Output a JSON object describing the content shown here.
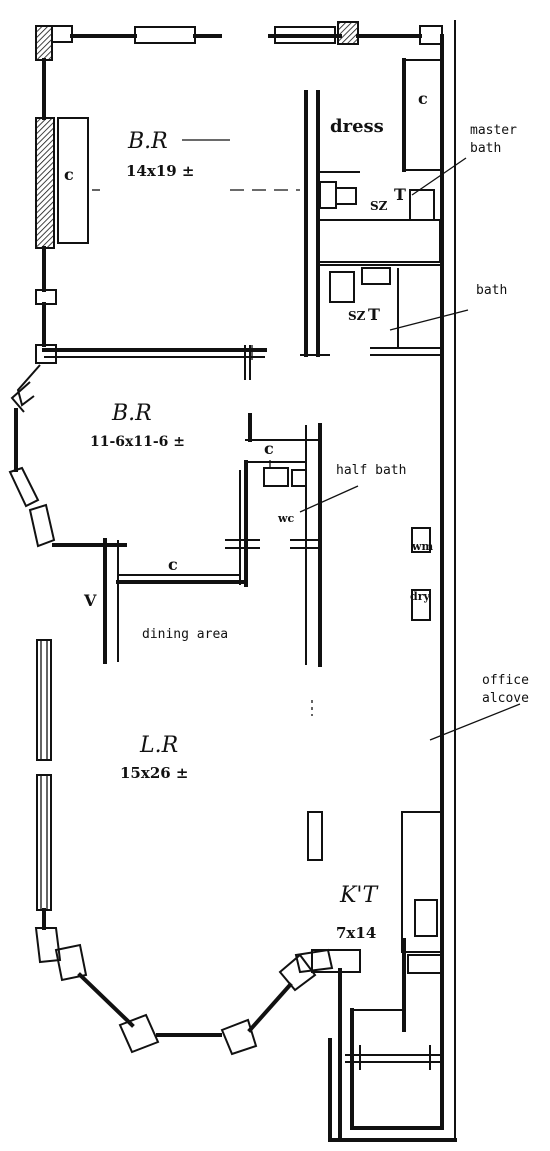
{
  "rooms": {
    "bedroom_1": {
      "name": "B.R",
      "size": "14x19 ±"
    },
    "dress": {
      "name": "dress"
    },
    "bedroom_2": {
      "name": "B.R",
      "size": "11-6x11-6 ±"
    },
    "living_room": {
      "name": "L.R",
      "size": "15x26 ±"
    },
    "kitchen": {
      "name": "K'T",
      "size": "7x14"
    },
    "closet_mark": "c",
    "tub_mark_master": "T",
    "tub_mark_bath": "T",
    "sink_mark_master": "SZ",
    "sink_mark_bath": "SZ",
    "wc_mark": "wc",
    "wm_mark": "wm",
    "dry_mark": "dry",
    "v_mark": "V"
  },
  "labels": {
    "master_bath": [
      "master",
      "bath"
    ],
    "bath": "bath",
    "half_bath": "half bath",
    "dining_area": "dining area",
    "office_alcove": [
      "office",
      "alcove"
    ]
  }
}
